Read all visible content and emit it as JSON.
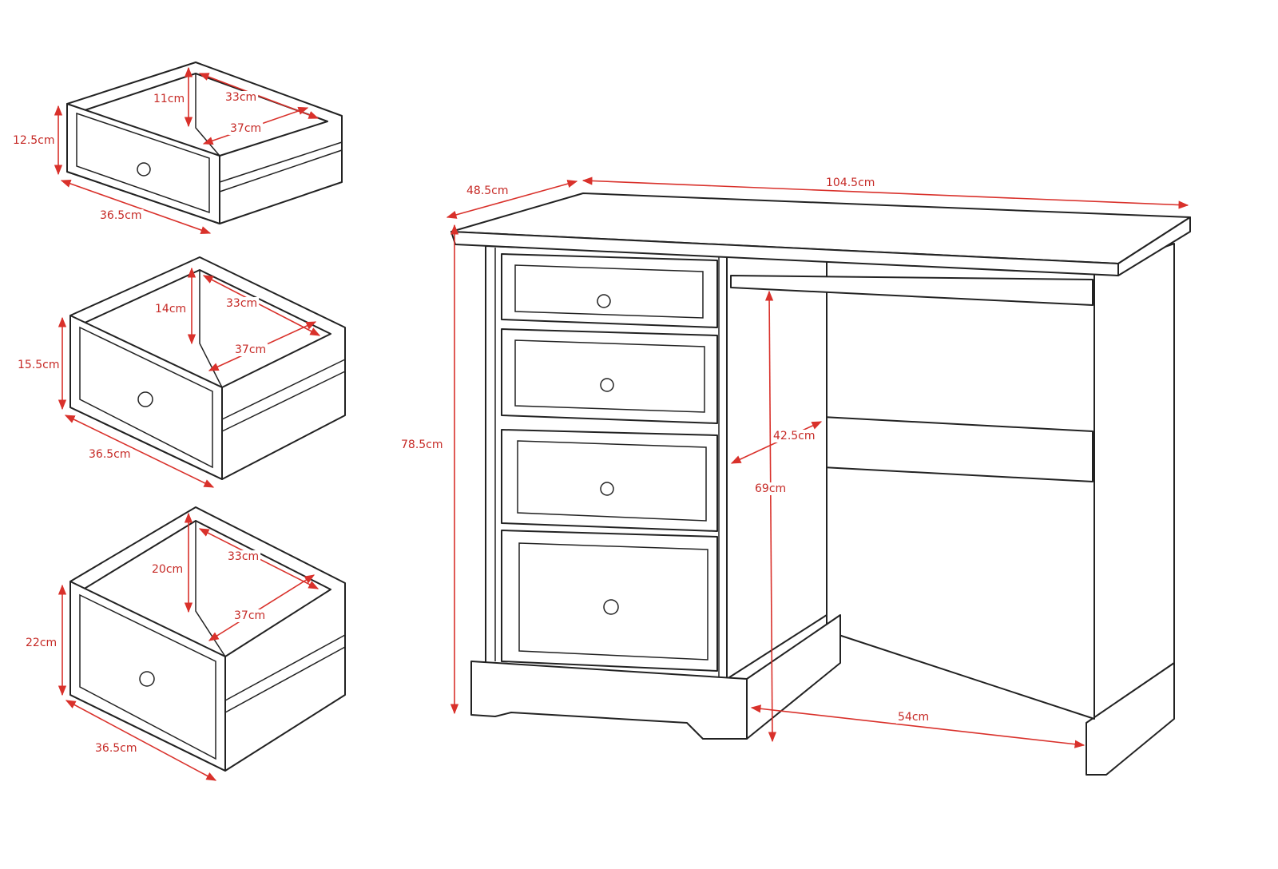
{
  "colors": {
    "dimension": "#d9312b",
    "outline": "#222222"
  },
  "drawers": [
    {
      "inner_height": "11cm",
      "inner_width": "33cm",
      "inner_depth": "37cm",
      "outer_height": "12.5cm",
      "outer_width": "36.5cm"
    },
    {
      "inner_height": "14cm",
      "inner_width": "33cm",
      "inner_depth": "37cm",
      "outer_height": "15.5cm",
      "outer_width": "36.5cm"
    },
    {
      "inner_height": "20cm",
      "inner_width": "33cm",
      "inner_depth": "37cm",
      "outer_height": "22cm",
      "outer_width": "36.5cm"
    }
  ],
  "desk": {
    "depth": "48.5cm",
    "width": "104.5cm",
    "height": "78.5cm",
    "knee_height": "69cm",
    "knee_depth": "42.5cm",
    "knee_width": "54cm"
  }
}
